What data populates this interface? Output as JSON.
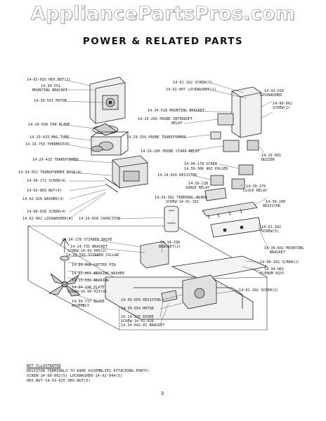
{
  "watermark": "AppliancePartsPros.com",
  "title": "POWER & RELATED PARTS",
  "labels": {
    "hex_nut": "14-93-025 HEX.NUT(2)",
    "mtg_bracket": "14-34-551",
    "mtg_bracket2": "MOUNTING BRACKET",
    "motor": "14-39-551 MOTOR",
    "fan_blade": "14-29-038 FAN BLADE",
    "mag_tube": "14-29-433 MAG.TUBE",
    "thermostat": "14-19-759 THERMOSTAT",
    "transformer": "14-29-433 TRANSFORMER",
    "transformer_base": "14-34-052 TRANSFORMER BASE(4)",
    "screw_a": "14-90-171 SCREW(4)",
    "nut": "14-93-003 NUT(4)",
    "washer": "14-92-026 WASHER(4)",
    "screw_b": "14-90-028 SCREW(4)",
    "lockwasher_a": "14-92-062 LOCKWASHER(4)",
    "screw_r1": "14-91-102 SCREW(3)",
    "lockwasher_r1": "14-92-007 LOCKWASHER(1)",
    "mtg_r1": "14-34-510 MOUNTING BRACKET",
    "lockwasher_r2a": "14-92-010",
    "lockwasher_r2b": "LOCKWASHER",
    "screw_r2a": "14-90-062",
    "screw_r2b": "SCREW(2)",
    "probe_interrupt": "14-29-205 PROBE INTERRUPT",
    "probe_interrupt2": "RELAY",
    "probe_transformer": "14-29-359 PROBE TRANSFORMER",
    "probe_start": "14-29-206 PROBE START RELAY",
    "buzzer_a": "14-29-901",
    "buzzer_b": "BUZZER",
    "screw_pulser": "14-90-178 SCREW",
    "pulser": "14-39-306 40Z PULSER",
    "resister": "14-14-816 RESISTER",
    "surge_a": "14-39-238",
    "surge_b": "SURGE RELAY",
    "clock_a": "14-39-279",
    "clock_b": "CLOCK RELAY",
    "terminal_a": "14-39-582 TERMINAL BLOCK",
    "terminal_b": "SCREW-14-91-102",
    "resistor_a": "14-39-280",
    "resistor_b": "RESISTOR",
    "capacitor": "14-29-658 CAPACITOR",
    "stirrer_drive": "14-34-178 STIRRER DRIVE",
    "bracket_a": "14-14-735 BRACKET",
    "bracket_b": "SCREW-14-93-005(2)",
    "bracket2_a": "14-34-330",
    "bracket2_b": "BRACKET(2)",
    "screw_r3a": "14-91-102",
    "screw_r3b": "SCREW(3)",
    "stirrer_collar": "14-29-591 STIRRER COLLAR",
    "cotter": "14-94-008 COTTER PIN",
    "bearing_washer": "14-92-061 BEARING WASHER",
    "bearing": "14-13-932 BEARING",
    "plate_a": "14-34-198 PLATE",
    "plate_b": "SCREW-14-90-023(4)",
    "blade_a": "14-34-737 BLADE",
    "blade_b": "ASSEMBLY",
    "mtg_r2a": "14-34-602 MOUNTING",
    "mtg_r2b": "BRACKET",
    "screw_r4": "14-90-102 SCREW(2)",
    "plenum_a": "14-34-061",
    "plenum_b": "PLENUM ASSY.",
    "screw_r5": "14-91-102 SCREW(2)",
    "motor2": "14-39-554 MOTOR",
    "diode_a": "14-39-659 RESISTOR",
    "diode_b": "16-19-225 DIODE",
    "diode_c": "SCREW-14-91-026",
    "bracket3": "14-34-042-01 BRACKET"
  },
  "notes": {
    "heading": "NOT ILLUSTRATED",
    "line1": "RESISTOR TERMINALS TO WIRE ASSEMBLIES ATTACHING PARTS:",
    "line2": "SCREW-14-90-002(5)  LOCKWASHER-14-92-044(5)",
    "line3": "HEX.NUT-14-93-025 HEX.NUT(5)"
  },
  "page_number": "3"
}
